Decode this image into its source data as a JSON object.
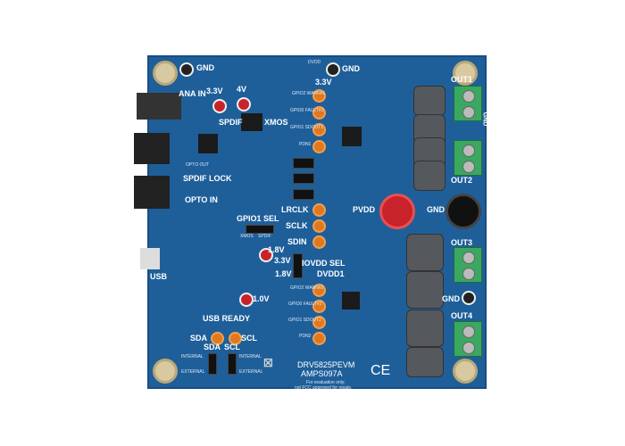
{
  "board": {
    "name": "DRV5825PEVM",
    "code": "AMPS097A",
    "note1": "For evaluation only;",
    "note2": "not FCC approved for resale."
  },
  "labels": {
    "gnd_top": "GND",
    "ana_in": "ANA IN",
    "v33": "3.3V",
    "v4": "4V",
    "spdif": "SPDIF",
    "xmos": "XMOS",
    "dvdd": "DVDD",
    "gnd_top2": "GND",
    "v33b": "3.3V",
    "spdif_lock": "SPDIF LOCK",
    "opto_out": "OPTO OUT",
    "opto_in": "OPTO IN",
    "gpio1_sel": "GPIO1 SEL",
    "xmos2": "XMOS",
    "spdif2": "SPDIF",
    "lrclk": "LRCLK",
    "sclk": "SCLK",
    "sdin": "SDIN",
    "v18": "1.8V",
    "v33c": "3.3V",
    "v18b": "1.8V",
    "iovdd_sel": "IOVDD SEL",
    "dvdd1": "DVDD1",
    "v10": "1.0V",
    "usb_ready": "USB READY",
    "usb": "USB",
    "sda": "SDA",
    "scl": "SCL",
    "sda2": "SDA",
    "scl2": "SCL",
    "internal": "INTERNAL",
    "external": "EXTERNAL",
    "pvdd": "PVDD",
    "gnd_post": "GND",
    "out1": "OUT1",
    "out2": "OUT2",
    "out3": "OUT3",
    "out4": "OUT4",
    "gnd_r1": "GND",
    "gnd_r2": "GND",
    "ce": "CE",
    "gpio2": "GPIO2 WARN#1",
    "gpio0": "GPIO0 FAULT#1",
    "gpio1": "GPIO1 SDOUT1",
    "pdn1": "PDN1",
    "gpio2b": "GPIO2 WARN#2",
    "gpio0b": "GPIO0 FAULT#2",
    "gpio1b": "GPIO1 SDOUT2",
    "pdn2": "PDN2"
  }
}
